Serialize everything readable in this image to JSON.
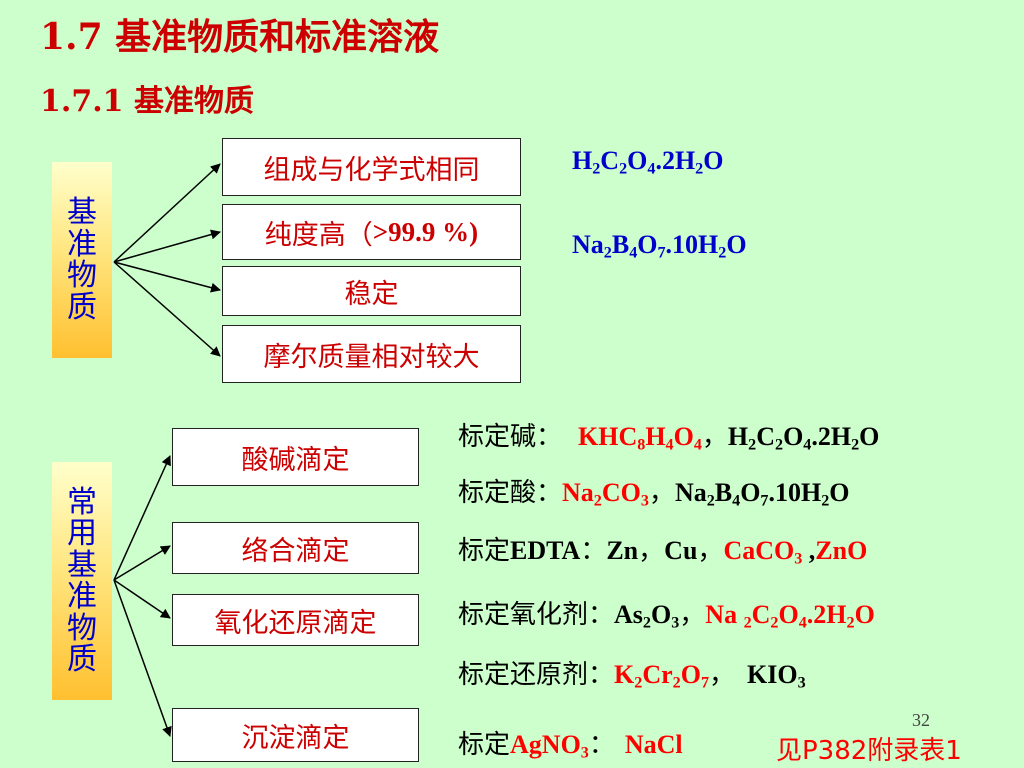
{
  "title": "1.7 基准物质和标准溶液",
  "subtitle": "1.7.1 基准物质",
  "section1": {
    "label_chars": [
      "基",
      "准",
      "物",
      "质"
    ],
    "boxes": [
      "组成与化学式相同",
      "纯度高（",
      ">99.9 %)",
      "稳定",
      "摩尔质量相对较大"
    ],
    "examples": {
      "ex1": {
        "a": "H",
        "s1": "2",
        "b": "C",
        "s2": "2",
        "c": "O",
        "s3": "4",
        "d": ".2H",
        "s4": "2",
        "e": "O"
      },
      "ex2": {
        "a": "Na",
        "s1": "2",
        "b": "B",
        "s2": "4",
        "c": "O",
        "s3": "7",
        "d": ".10H",
        "s4": "2",
        "e": "O"
      }
    }
  },
  "section2": {
    "label_chars": [
      "常",
      "用",
      "基",
      "准",
      "物",
      "质"
    ],
    "boxes": [
      "酸碱滴定",
      "络合滴定",
      "氧化还原滴定",
      "沉淀滴定"
    ],
    "rows": {
      "r1": {
        "prefix": "标定碱：",
        "k1": "KHC",
        "k1s": "8",
        "k2": "H",
        "k2s": "4",
        "k3": "O",
        "k3s": "4",
        "sep": "，",
        "o1": "H",
        "o1s": "2",
        "o2": "C",
        "o2s": "2",
        "o3": "O",
        "o3s": "4",
        "o4": ".2H",
        "o4s": "2",
        "o5": "O"
      },
      "r2": {
        "prefix": "标定酸：",
        "n1": "Na",
        "n1s": "2",
        "n2": "CO",
        "n2s": "3",
        "sep": "，",
        "b1": "Na",
        "b1s": "2",
        "b2": "B",
        "b2s": "4",
        "b3": "O",
        "b3s": "7",
        "b4": ".10H",
        "b4s": "2",
        "b5": "O"
      },
      "r3": {
        "prefix": "标定",
        "edta": "EDTA",
        "colon": "：",
        "zn": "Zn",
        "c1": "，",
        "cu": "Cu",
        "c2": "，",
        "caco": "CaCO",
        "cacos": "3",
        "comma": " ,",
        "zno": "ZnO"
      },
      "r4": {
        "prefix": "标定氧化剂：",
        "as": "As",
        "ass": "2",
        "aso": "O",
        "asos": "3",
        "sep": "，",
        "na": "Na ",
        "nas": "2",
        "c": "C",
        "cs": "2",
        "o": "O",
        "os": "4",
        "h": ".2H",
        "hs": "2",
        "e": "O"
      },
      "r5": {
        "prefix": "标定还原剂：",
        "k": "K",
        "ks": "2",
        "cr": "Cr",
        "crs": "2",
        "o": "O",
        "os": "7",
        "sep": "，",
        "kio": "KIO",
        "kios": "3"
      },
      "r6": {
        "prefix": "标定",
        "ag": "AgNO",
        "ags": "3",
        "colon": "：",
        "nacl": "NaCl"
      }
    },
    "reference": "见P382附录表1"
  },
  "page_number": "32",
  "colors": {
    "background": "#ccffcc",
    "heading": "#cc0000",
    "label": "#0000cc",
    "highlight": "#ff0000"
  }
}
